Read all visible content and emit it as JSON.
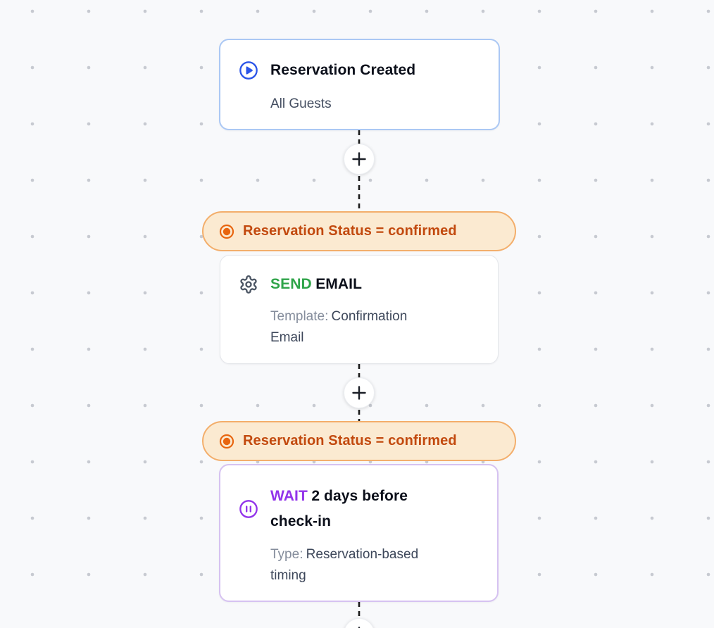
{
  "canvas": {
    "background_color": "#f8f9fb",
    "grid_dot_color": "#c7cad1"
  },
  "trigger_node": {
    "icon": "play-circle-icon",
    "title": "Reservation Created",
    "subtitle": "All Guests",
    "accent_color": "#2c55e8",
    "border_color": "#abc8f4"
  },
  "conditions": [
    {
      "icon": "radio-filled-icon",
      "label": "Reservation Status = confirmed"
    },
    {
      "icon": "radio-filled-icon",
      "label": "Reservation Status = confirmed"
    }
  ],
  "condition_style": {
    "background_color": "#fbead1",
    "border_color": "#f3ae6b",
    "text_color": "#c2490e",
    "icon_color": "#e8650f"
  },
  "email_node": {
    "icon": "gear-icon",
    "action_word": "SEND",
    "title_rest": "EMAIL",
    "action_color": "#2fa449",
    "detail_label": "Template:",
    "detail_value": "Confirmation Email",
    "border_color": "#e4e6ea"
  },
  "wait_node": {
    "icon": "pause-circle-icon",
    "action_word": "WAIT",
    "title_rest": "2 days before check-in",
    "action_color": "#9233ea",
    "detail_label": "Type:",
    "detail_value": "Reservation-based timing",
    "border_color": "#d6c2f1"
  },
  "add_step_buttons": {
    "icon": "plus-icon",
    "count": 3
  }
}
